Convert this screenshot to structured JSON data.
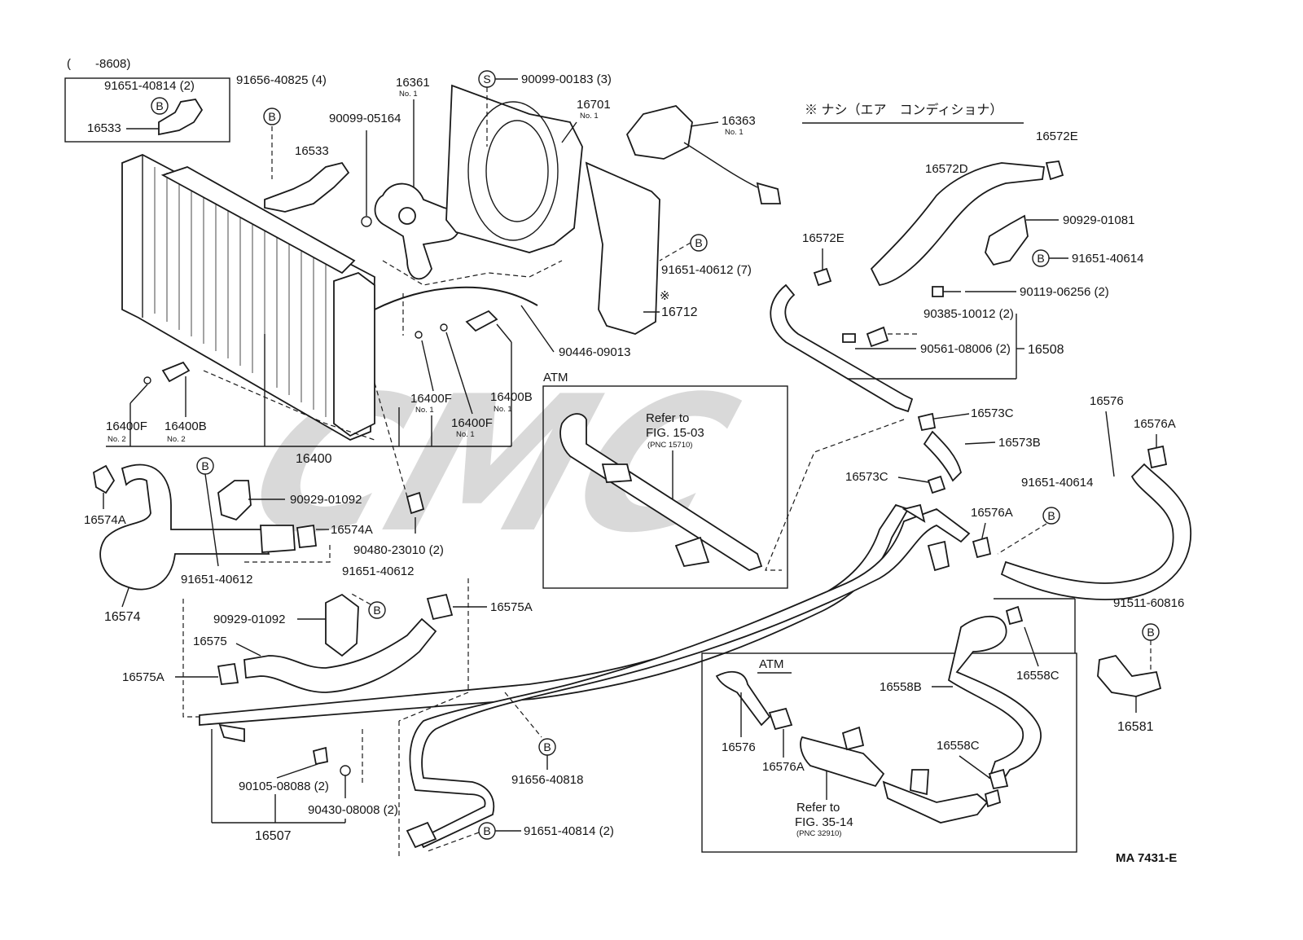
{
  "diagram_id": "MA 7431-E",
  "note_header": "※ ナシ（エア　コンディショナ）",
  "watermark": "CMC",
  "labels": {
    "range": "(　　-8608)",
    "p91651_40814_2_top": "91651-40814 (2)",
    "p16533_a": "16533",
    "p91656_40825": "91656-40825 (4)",
    "p16533_b": "16533",
    "p16361": "16361",
    "p16361_sub": "No. 1",
    "p90099_00183": "90099-00183 (3)",
    "p90099_05164": "90099-05164",
    "p16701": "16701",
    "p16701_sub": "No. 1",
    "p16363": "16363",
    "p16363_sub": "No. 1",
    "p91651_40612_7": "91651-40612 (7)",
    "mark_16712": "※",
    "p16712": "16712",
    "p90446_09013": "90446-09013",
    "p16400F_no1a": "16400F",
    "p16400F_no1a_sub": "No. 1",
    "p16400F_no1b": "16400F",
    "p16400F_no1b_sub": "No. 1",
    "p16400B_no1": "16400B",
    "p16400B_no1_sub": "No. 1",
    "p16400F_no2": "16400F",
    "p16400F_no2_sub": "No. 2",
    "p16400B_no2": "16400B",
    "p16400B_no2_sub": "No. 2",
    "p16400": "16400",
    "p16572E_top": "16572E",
    "p16572D": "16572D",
    "p16572E_left": "16572E",
    "p90929_01081": "90929-01081",
    "p91651_40614_a": "91651-40614",
    "p90119_06256": "90119-06256 (2)",
    "p90385_10012": "90385-10012 (2)",
    "p90561_08006": "90561-08006 (2)",
    "p16508": "16508",
    "p16573C_a": "16573C",
    "p16573B": "16573B",
    "p16573C_b": "16573C",
    "p16576_r": "16576",
    "p16576A_r1": "16576A",
    "p91651_40614_b": "91651-40614",
    "p16576A_r2": "16576A",
    "p16574A_l": "16574A",
    "p90929_01092_a": "90929-01092",
    "p16574A_r": "16574A",
    "p90480_23010": "90480-23010 (2)",
    "p91651_40612_a": "91651-40612",
    "p16574": "16574",
    "p91651_40612_b": "91651-40612",
    "p90929_01092_b": "90929-01092",
    "p16575A_top": "16575A",
    "p16575": "16575",
    "p16575A_l": "16575A",
    "p90105_08088": "90105-08088 (2)",
    "p90430_08008": "90430-08008 (2)",
    "p16507": "16507",
    "p91656_40818": "91656-40818",
    "p91651_40814_2_bot": "91651-40814 (2)",
    "p91511_60816": "91511-60816",
    "p16581": "16581",
    "p16558C_a": "16558C",
    "p16558B": "16558B",
    "p16558C_b": "16558C",
    "p16576_in": "16576",
    "p16576A_in": "16576A"
  },
  "atm_box_1": {
    "title": "ATM",
    "refer_line1": "Refer to",
    "refer_line2": "FIG. 15-03",
    "refer_pnc": "(PNC 15710)"
  },
  "atm_box_2": {
    "title": "ATM",
    "refer_line1": "Refer to",
    "refer_line2": "FIG. 35-14",
    "refer_pnc": "(PNC 32910)"
  },
  "symbols": {
    "bolt_mark": "B",
    "screw_mark": "S"
  }
}
